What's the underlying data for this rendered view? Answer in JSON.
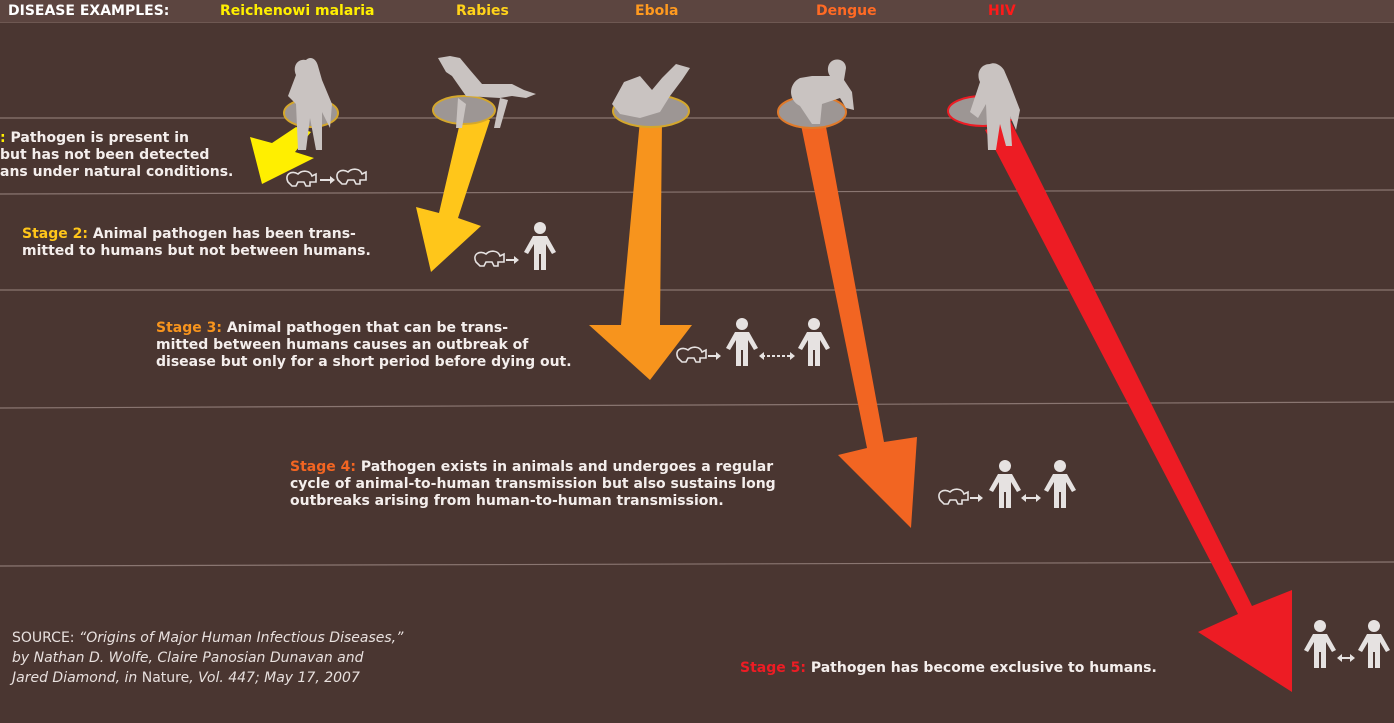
{
  "header": {
    "label": "DISEASE EXAMPLES:",
    "diseases": [
      "Reichenowi malaria",
      "Rabies",
      "Ebola",
      "Dengue",
      "HIV"
    ]
  },
  "colors": {
    "stage1": "#ffef00",
    "stage2": "#ffc61a",
    "stage3": "#f7941d",
    "stage4": "#f26522",
    "stage5": "#ed1c24",
    "background": "#4a3631"
  },
  "stages": [
    {
      "label": ":",
      "line1": "Pathogen is present in",
      "line2": "but has not been detected",
      "line3": "ans under natural conditions."
    },
    {
      "label": "Stage 2:",
      "line1": "Animal pathogen has been trans-",
      "line2": "mitted to humans but not between humans."
    },
    {
      "label": "Stage 3:",
      "line1": "Animal pathogen that can be trans-",
      "line2": "mitted between humans causes an outbreak of",
      "line3": "disease but only for a short period before dying out."
    },
    {
      "label": "Stage 4:",
      "line1": "Pathogen exists in animals and undergoes a regular",
      "line2": "cycle of animal-to-human transmission but also sustains long",
      "line3": "outbreaks arising from human-to-human transmission."
    },
    {
      "label": "Stage 5:",
      "line1": "Pathogen has become exclusive to humans."
    }
  ],
  "source": {
    "prefix": "SOURCE:",
    "title": "“Origins of Major Human Infectious Diseases,”",
    "by": "by Nathan D. Wolfe, Claire Panosian Dunavan and",
    "authors_end": "Jared Diamond, in",
    "journal": "Nature",
    "details": ", Vol. 447; May 17, 2007"
  }
}
